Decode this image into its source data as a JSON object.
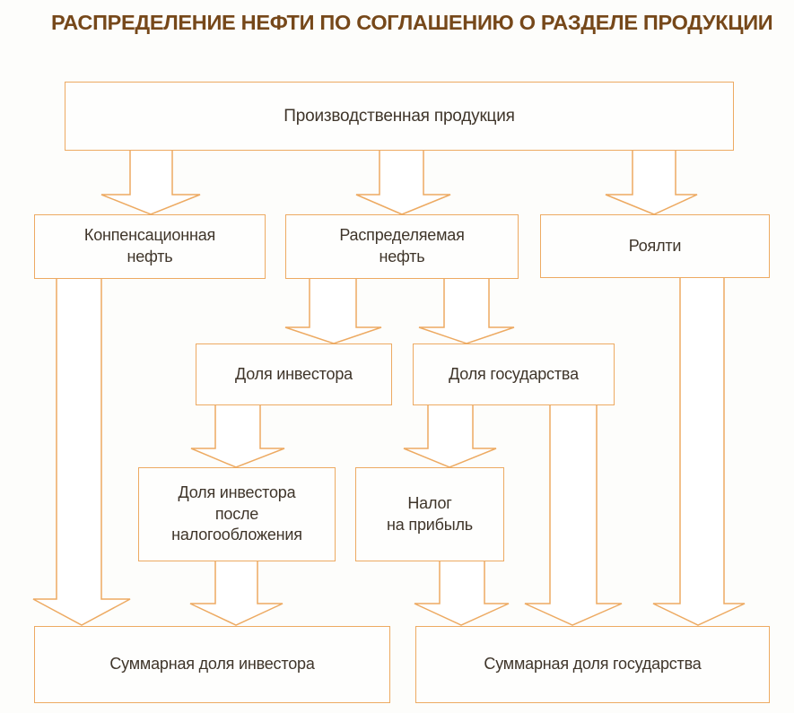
{
  "title": "РАСПРЕДЕЛЕНИЕ НЕФТИ ПО СОГЛАШЕНИЮ О РАЗДЕЛЕ ПРОДУКЦИИ",
  "colors": {
    "accent_border": "#EDAA62",
    "title_text": "#76481A",
    "node_text": "#3F352A",
    "background": "#FDFDFB",
    "node_fill": "#FEFEFD"
  },
  "nodes": {
    "production": {
      "label": "Производственная продукция"
    },
    "compensation_oil": {
      "label": "Конпенсационная\nнефть"
    },
    "distributed_oil": {
      "label": "Распределяемая\nнефть"
    },
    "royalty": {
      "label": "Роялти"
    },
    "investor_share": {
      "label": "Доля инвестора"
    },
    "state_share": {
      "label": "Доля государства"
    },
    "investor_share_after_tax": {
      "label": "Доля инвестора\nпосле\nналогообложения"
    },
    "profit_tax": {
      "label": "Налог\nна прибыль"
    },
    "total_investor_share": {
      "label": "Суммарная доля инвестора"
    },
    "total_state_share": {
      "label": "Суммарная доля государства"
    }
  },
  "edges": [
    {
      "from": "Производственная продукция",
      "to": "Конпенсационная нефть"
    },
    {
      "from": "Производственная продукция",
      "to": "Распределяемая нефть"
    },
    {
      "from": "Производственная продукция",
      "to": "Роялти"
    },
    {
      "from": "Распределяемая нефть",
      "to": "Доля инвестора"
    },
    {
      "from": "Распределяемая нефть",
      "to": "Доля государства"
    },
    {
      "from": "Доля инвестора",
      "to": "Доля инвестора после налогообложения"
    },
    {
      "from": "Доля государства",
      "to": "Налог на прибыль"
    },
    {
      "from": "Конпенсационная нефть",
      "to": "Суммарная доля инвестора"
    },
    {
      "from": "Доля инвестора после налогообложения",
      "to": "Суммарная доля инвестора"
    },
    {
      "from": "Налог на прибыль",
      "to": "Суммарная доля государства"
    },
    {
      "from": "Доля государства",
      "to": "Суммарная доля государства"
    },
    {
      "from": "Роялти",
      "to": "Суммарная доля государства"
    }
  ]
}
